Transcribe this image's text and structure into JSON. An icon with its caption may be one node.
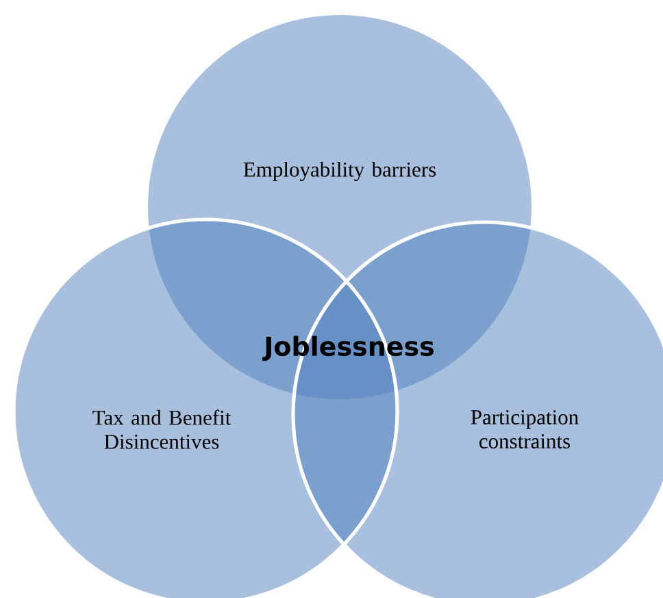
{
  "diagram": {
    "nodes": [
      {
        "text": [
          "Employability barriers"
        ]
      },
      {
        "text": [
          "Tax and Benefit Disincentives"
        ]
      },
      {
        "text": [
          "Participation constraints"
        ]
      }
    ],
    "labels": [
      "Joblessness"
    ]
  }
}
